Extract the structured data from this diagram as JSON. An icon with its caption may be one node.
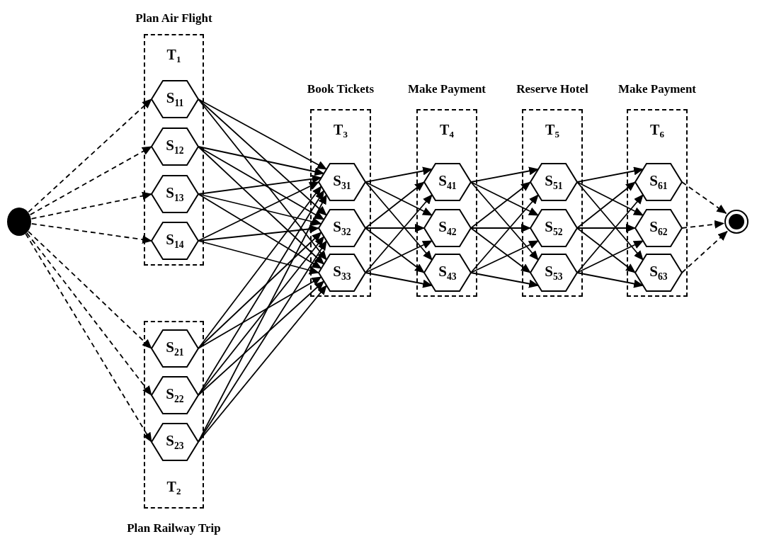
{
  "diagram": {
    "nodes": [
      {
        "text": [],
        "shape": "circle"
      },
      {
        "text": [
          "Plan Air Flight",
          "T$_{1}$"
        ]
      },
      {
        "text": [
          "S$_{11}$"
        ],
        "in": 1
      },
      {
        "text": [
          "S$_{12}$"
        ],
        "in": 1
      },
      {
        "text": [
          "S$_{13}$"
        ],
        "in": 1
      },
      {
        "text": [
          "S$_{14}$"
        ],
        "in": 1
      },
      {
        "text": [
          "T$_{2}$",
          "Plan Railway Trip"
        ]
      },
      {
        "text": [
          "S$_{21}$"
        ],
        "in": 6
      },
      {
        "text": [
          "S$_{22}$"
        ],
        "in": 6
      },
      {
        "text": [
          "S$_{23}$"
        ],
        "in": 6
      },
      {
        "text": [
          "Book Tickets",
          "T$_{3}$"
        ]
      },
      {
        "text": [
          "S$_{31}$"
        ],
        "in": 10
      },
      {
        "text": [
          "S$_{32}$"
        ],
        "in": 10
      },
      {
        "text": [
          "S$_{33}$"
        ],
        "in": 10
      },
      {
        "text": [
          "Make Payment",
          "T$_{4}$"
        ]
      },
      {
        "text": [
          "S$_{41}$"
        ],
        "in": 14
      },
      {
        "text": [
          "S$_{42}$"
        ],
        "in": 14
      },
      {
        "text": [
          "S$_{43}$"
        ],
        "in": 14
      },
      {
        "text": [
          "Reserve Hotel",
          "T$_{5}$"
        ]
      },
      {
        "text": [
          "S$_{51}$"
        ],
        "in": 18
      },
      {
        "text": [
          "S$_{52}$"
        ],
        "in": 18
      },
      {
        "text": [
          "S$_{53}$"
        ],
        "in": 18
      },
      {
        "text": [
          "Make Payment",
          "T$_{6}$"
        ]
      },
      {
        "text": [
          "S$_{61}$"
        ],
        "in": 22
      },
      {
        "text": [
          "S$_{62}$"
        ],
        "in": 22
      },
      {
        "text": [
          "S$_{63}$"
        ],
        "in": 22
      },
      {
        "text": [],
        "shape": "circle"
      }
    ],
    "edges": [
      {
        "from": 0,
        "to": 2,
        "arrow": "to",
        "style": "dashed"
      },
      {
        "from": 0,
        "to": 3,
        "arrow": "to",
        "style": "dashed"
      },
      {
        "from": 0,
        "to": 4,
        "arrow": "to",
        "style": "dashed"
      },
      {
        "from": 0,
        "to": 5,
        "arrow": "to",
        "style": "dashed"
      },
      {
        "from": 0,
        "to": 7,
        "arrow": "to",
        "style": "dashed"
      },
      {
        "from": 0,
        "to": 8,
        "arrow": "to",
        "style": "dashed"
      },
      {
        "from": 0,
        "to": 9,
        "arrow": "to",
        "style": "dashed"
      },
      {
        "from": 2,
        "to": 11,
        "arrow": "to"
      },
      {
        "from": 2,
        "to": 12,
        "arrow": "to"
      },
      {
        "from": 2,
        "to": 13,
        "arrow": "to"
      },
      {
        "from": 3,
        "to": 11,
        "arrow": "to"
      },
      {
        "from": 3,
        "to": 12,
        "arrow": "to"
      },
      {
        "from": 3,
        "to": 13,
        "arrow": "to"
      },
      {
        "from": 4,
        "to": 11,
        "arrow": "to"
      },
      {
        "from": 4,
        "to": 12,
        "arrow": "to"
      },
      {
        "from": 4,
        "to": 13,
        "arrow": "to"
      },
      {
        "from": 5,
        "to": 11,
        "arrow": "to"
      },
      {
        "from": 5,
        "to": 12,
        "arrow": "to"
      },
      {
        "from": 5,
        "to": 13,
        "arrow": "to"
      },
      {
        "from": 7,
        "to": 11,
        "arrow": "to"
      },
      {
        "from": 7,
        "to": 12,
        "arrow": "to"
      },
      {
        "from": 7,
        "to": 13,
        "arrow": "to"
      },
      {
        "from": 8,
        "to": 11,
        "arrow": "to"
      },
      {
        "from": 8,
        "to": 12,
        "arrow": "to"
      },
      {
        "from": 8,
        "to": 13,
        "arrow": "to"
      },
      {
        "from": 9,
        "to": 11,
        "arrow": "to"
      },
      {
        "from": 9,
        "to": 12,
        "arrow": "to"
      },
      {
        "from": 9,
        "to": 13,
        "arrow": "to"
      },
      {
        "from": 11,
        "to": 15,
        "arrow": "to"
      },
      {
        "from": 11,
        "to": 16,
        "arrow": "to"
      },
      {
        "from": 11,
        "to": 17,
        "arrow": "to"
      },
      {
        "from": 12,
        "to": 15,
        "arrow": "to"
      },
      {
        "from": 12,
        "to": 16,
        "arrow": "to"
      },
      {
        "from": 12,
        "to": 17,
        "arrow": "to"
      },
      {
        "from": 13,
        "to": 15,
        "arrow": "to"
      },
      {
        "from": 13,
        "to": 16,
        "arrow": "to"
      },
      {
        "from": 13,
        "to": 17,
        "arrow": "to"
      },
      {
        "from": 15,
        "to": 19,
        "arrow": "to"
      },
      {
        "from": 15,
        "to": 20,
        "arrow": "to"
      },
      {
        "from": 15,
        "to": 21,
        "arrow": "to"
      },
      {
        "from": 16,
        "to": 19,
        "arrow": "to"
      },
      {
        "from": 16,
        "to": 20,
        "arrow": "to"
      },
      {
        "from": 16,
        "to": 21,
        "arrow": "to"
      },
      {
        "from": 17,
        "to": 19,
        "arrow": "to"
      },
      {
        "from": 17,
        "to": 20,
        "arrow": "to"
      },
      {
        "from": 17,
        "to": 21,
        "arrow": "to"
      },
      {
        "from": 19,
        "to": 23,
        "arrow": "to"
      },
      {
        "from": 19,
        "to": 24,
        "arrow": "to"
      },
      {
        "from": 19,
        "to": 25,
        "arrow": "to"
      },
      {
        "from": 20,
        "to": 23,
        "arrow": "to"
      },
      {
        "from": 20,
        "to": 24,
        "arrow": "to"
      },
      {
        "from": 20,
        "to": 25,
        "arrow": "to"
      },
      {
        "from": 21,
        "to": 23,
        "arrow": "to"
      },
      {
        "from": 21,
        "to": 24,
        "arrow": "to"
      },
      {
        "from": 21,
        "to": 25,
        "arrow": "to"
      },
      {
        "from": 23,
        "to": 26,
        "arrow": "to",
        "style": "dashed"
      },
      {
        "from": 24,
        "to": 26,
        "arrow": "to",
        "style": "dashed"
      },
      {
        "from": 25,
        "to": 26,
        "arrow": "to",
        "style": "dashed"
      }
    ]
  }
}
